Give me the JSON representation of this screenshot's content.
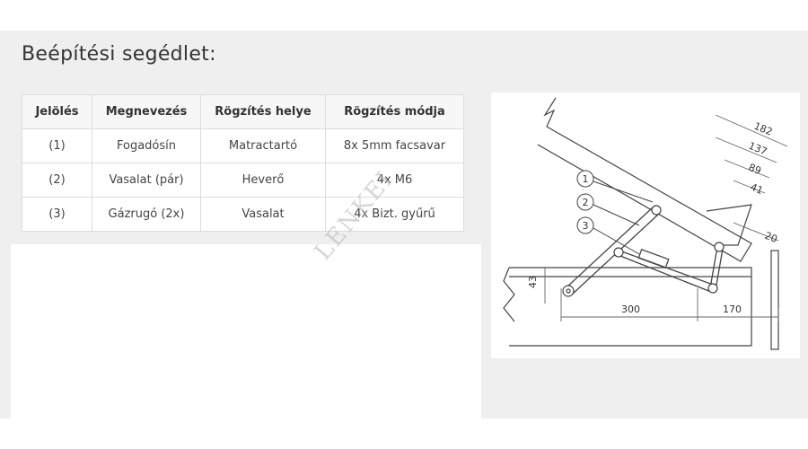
{
  "page": {
    "title": "Beépítési segédlet:"
  },
  "table": {
    "headers": [
      "Jelölés",
      "Megnevezés",
      "Rögzítés helye",
      "Rögzítés módja"
    ],
    "rows": [
      [
        "(1)",
        "Fogadósín",
        "Matractartó",
        "8x 5mm facsavar"
      ],
      [
        "(2)",
        "Vasalat (pár)",
        "Heverő",
        "4x M6"
      ],
      [
        "(3)",
        "Gázrugó (2x)",
        "Vasalat",
        "4x Bizt. gyűrű"
      ]
    ]
  },
  "watermark": "LENKEI",
  "diagram": {
    "callouts": [
      "1",
      "2",
      "3"
    ],
    "dims": {
      "d182": "182",
      "d137": "137",
      "d89": "89",
      "d41": "41",
      "d20": "20",
      "d43": "43",
      "d300": "300",
      "d170": "170"
    }
  }
}
